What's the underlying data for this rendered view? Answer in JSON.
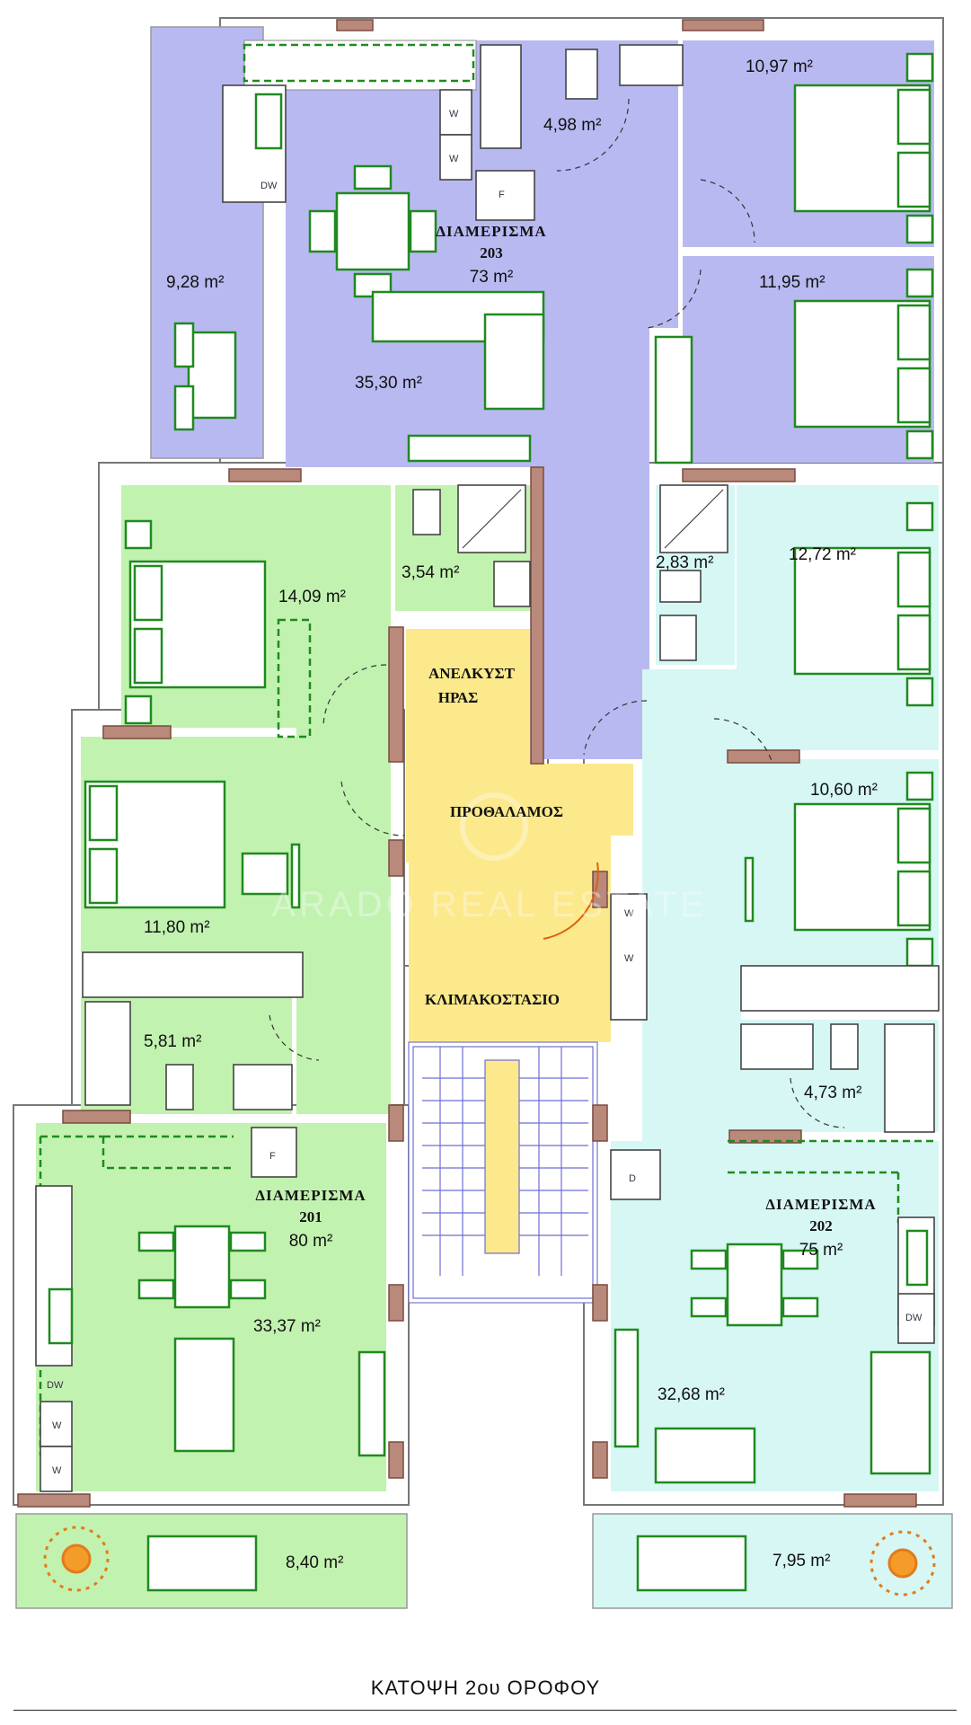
{
  "colors": {
    "apartment_203": "#b9b9f2",
    "apartment_201": "#c2f2b0",
    "apartment_202": "#d6f7f4",
    "common_area": "#fbe98c",
    "furniture": "#1f8a1f",
    "window_sill": "#b98a7c"
  },
  "apartments": {
    "a203": {
      "name": "ΔΙΑΜΕΡΙΣΜΑ",
      "number": "203",
      "area": "73 m²"
    },
    "a201": {
      "name": "ΔΙΑΜΕΡΙΣΜΑ",
      "number": "201",
      "area": "80 m²"
    },
    "a202": {
      "name": "ΔΙΑΜΕΡΙΣΜΑ",
      "number": "202",
      "area": "75 m²"
    }
  },
  "rooms": {
    "bed203_top": "10,97 m²",
    "bath203": "4,98 m²",
    "bed203_bottom": "11,95 m²",
    "balcony203": "9,28 m²",
    "living203": "35,30 m²",
    "bath_center": "3,54 m²",
    "bath_right": "2,83 m²",
    "bed201_top": "14,09 m²",
    "bed202_top": "12,72 m²",
    "bed201_mid": "11,80 m²",
    "bed202_mid": "10,60 m²",
    "bath201": "5,81 m²",
    "bath202": "4,73 m²",
    "living201": "33,37 m²",
    "living202": "32,68 m²",
    "balcony201": "8,40 m²",
    "balcony202": "7,95 m²"
  },
  "common": {
    "elevator_line1": "ΑΝΕΛΚΥΣΤ",
    "elevator_line2": "ΗΡΑΣ",
    "lobby": "ΠΡΟΘΑΛΑΜΟΣ",
    "stairwell": "ΚΛΙΜΑΚΟΣΤΑΣΙΟ"
  },
  "appliances": {
    "dishwasher": "DW",
    "washer": "W",
    "fridge": "F",
    "dryer": "D"
  },
  "watermark": "ARADO REAL ESTATE",
  "caption": "ΚΑΤΟΨΗ 2ου ΟΡΟΦΟΥ"
}
